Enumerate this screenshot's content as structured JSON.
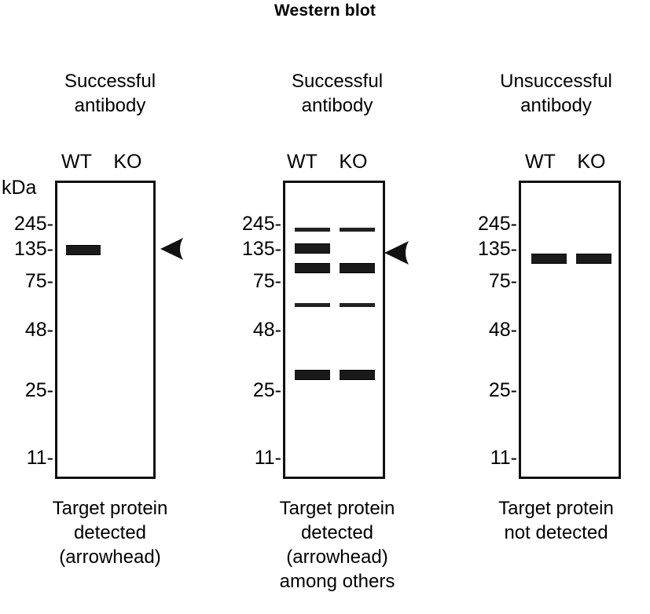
{
  "figure": {
    "title": "Western blot"
  },
  "ladder": {
    "unit_label": "kDa",
    "marks": [
      "245-",
      "135-",
      "75-",
      "48-",
      "25-",
      "11-"
    ],
    "values_kda": [
      245,
      135,
      75,
      48,
      25,
      11
    ]
  },
  "lane_labels": {
    "wt": "WT",
    "ko": "KO",
    "combined": "WT  KO"
  },
  "panels": [
    {
      "id": "panel-successful-clean",
      "heading_line1": "Successful",
      "heading_line2": "antibody",
      "caption_line1": "Target protein",
      "caption_line2": "detected",
      "caption_line3": "(arrowhead)",
      "caption_line4": "",
      "has_arrowhead": true,
      "arrowhead_kda": 135,
      "bands": [
        {
          "lane": "WT",
          "kda": 120,
          "style": "thick",
          "is_target": true
        }
      ]
    },
    {
      "id": "panel-successful-multiband",
      "heading_line1": "Successful",
      "heading_line2": "antibody",
      "caption_line1": "Target protein",
      "caption_line2": "detected",
      "caption_line3": "(arrowhead)",
      "caption_line4": "among others",
      "has_arrowhead": true,
      "arrowhead_kda": 135,
      "bands": [
        {
          "lane": "WT",
          "kda": 200,
          "style": "thin",
          "is_target": false
        },
        {
          "lane": "KO",
          "kda": 200,
          "style": "thin",
          "is_target": false
        },
        {
          "lane": "WT",
          "kda": 135,
          "style": "thick",
          "is_target": true
        },
        {
          "lane": "WT",
          "kda": 95,
          "style": "thick",
          "is_target": false
        },
        {
          "lane": "KO",
          "kda": 95,
          "style": "thick",
          "is_target": false
        },
        {
          "lane": "WT",
          "kda": 60,
          "style": "thin",
          "is_target": false
        },
        {
          "lane": "KO",
          "kda": 60,
          "style": "thin",
          "is_target": false
        },
        {
          "lane": "WT",
          "kda": 30,
          "style": "thick",
          "is_target": false
        },
        {
          "lane": "KO",
          "kda": 30,
          "style": "thick",
          "is_target": false
        }
      ]
    },
    {
      "id": "panel-unsuccessful",
      "heading_line1": "Unsuccessful",
      "heading_line2": "antibody",
      "caption_line1": "Target protein",
      "caption_line2": "not detected",
      "caption_line3": "",
      "caption_line4": "",
      "has_arrowhead": false,
      "arrowhead_kda": null,
      "bands": [
        {
          "lane": "WT",
          "kda": 110,
          "style": "thick",
          "is_target": false
        },
        {
          "lane": "KO",
          "kda": 110,
          "style": "thick",
          "is_target": false
        }
      ]
    }
  ],
  "colors": {
    "band": "#1a1a1a",
    "box_border": "#111111",
    "text": "#000000",
    "background": "#ffffff"
  }
}
